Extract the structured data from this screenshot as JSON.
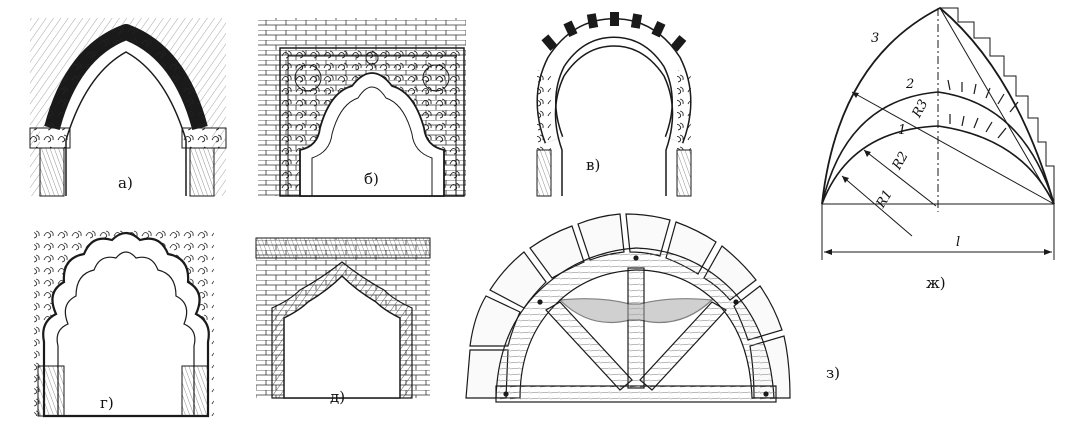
{
  "panels": {
    "a": {
      "label": "а)"
    },
    "b": {
      "label": "б)"
    },
    "v": {
      "label": "в)"
    },
    "g": {
      "label": "г)"
    },
    "d": {
      "label": "д)"
    },
    "zh": {
      "label": "ж)",
      "curve_labels": [
        "1",
        "2",
        "3"
      ],
      "radius_labels": [
        "R1",
        "R2",
        "R3"
      ],
      "span_label": "l"
    },
    "z": {
      "label": "з)"
    }
  }
}
